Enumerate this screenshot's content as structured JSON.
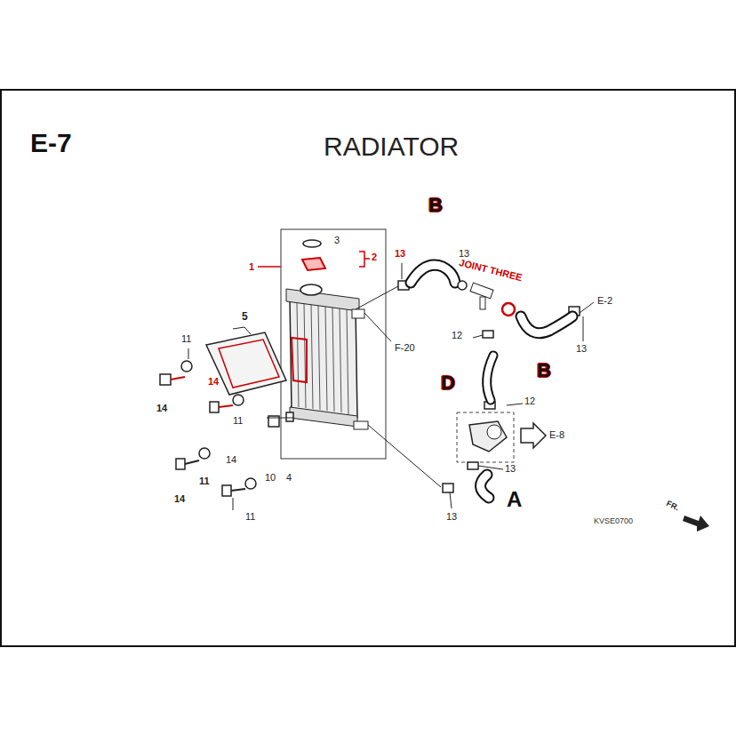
{
  "diagram": {
    "title": "RADIATOR",
    "labels": [
      "E-7",
      "B",
      "3",
      "2",
      "1",
      "13",
      "13",
      "JOINT THREE",
      "E-2",
      "13",
      "B",
      "5",
      "F-20",
      "12",
      "11",
      "14",
      "14",
      "D",
      "12",
      "11",
      "E-8",
      "10",
      "4",
      "13",
      "14",
      "11",
      "14",
      "A",
      "11",
      "13",
      "KVSE0700",
      "FR."
    ]
  }
}
